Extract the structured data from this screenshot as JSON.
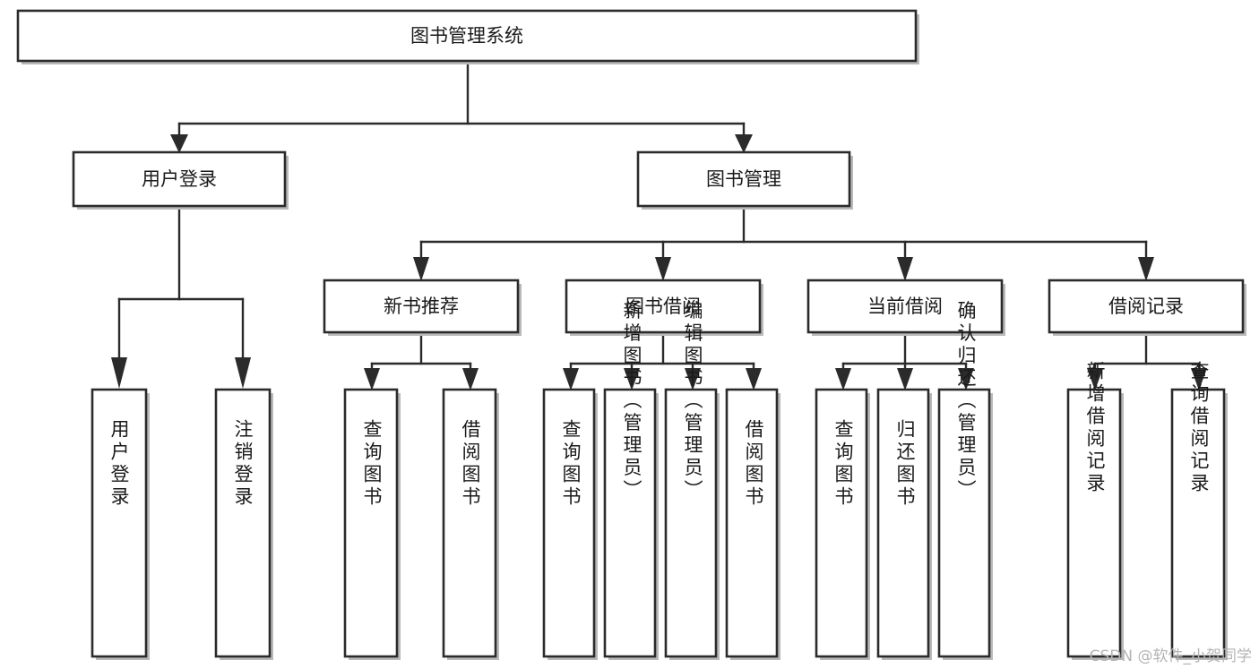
{
  "diagram": {
    "type": "tree-hierarchy-chart",
    "title": "图书管理系统",
    "background_color": "#ffffff",
    "line_color": "#2b2b2b",
    "box_fill": "#ffffff",
    "text_color": "#1a1a1a",
    "levels": {
      "root": {
        "label": "图书管理系统"
      },
      "level1": [
        {
          "id": "user-login",
          "label": "用户登录"
        },
        {
          "id": "book-manage",
          "label": "图书管理"
        }
      ],
      "level2": [
        {
          "id": "new-book-rec",
          "label": "新书推荐",
          "parent": "book-manage"
        },
        {
          "id": "book-borrow",
          "label": "图书借阅",
          "parent": "book-manage"
        },
        {
          "id": "current-borrow",
          "label": "当前借阅",
          "parent": "book-manage"
        },
        {
          "id": "borrow-record",
          "label": "借阅记录",
          "parent": "book-manage"
        }
      ],
      "leaves": [
        {
          "id": "leaf-user-login",
          "label": "用户登录",
          "parent": "user-login"
        },
        {
          "id": "leaf-logout",
          "label": "注销登录",
          "parent": "user-login"
        },
        {
          "id": "leaf-query-book-1",
          "label": "查询图书",
          "parent": "new-book-rec"
        },
        {
          "id": "leaf-borrow-book-1",
          "label": "借阅图书",
          "parent": "new-book-rec"
        },
        {
          "id": "leaf-query-book-2",
          "label": "查询图书",
          "parent": "book-borrow"
        },
        {
          "id": "leaf-add-book",
          "label": "新增图书（管理员）",
          "parent": "book-borrow"
        },
        {
          "id": "leaf-edit-book",
          "label": "编辑图书（管理员）",
          "parent": "book-borrow"
        },
        {
          "id": "leaf-borrow-book-2",
          "label": "借阅图书",
          "parent": "book-borrow"
        },
        {
          "id": "leaf-query-book-3",
          "label": "查询图书",
          "parent": "current-borrow"
        },
        {
          "id": "leaf-return-book",
          "label": "归还图书",
          "parent": "current-borrow"
        },
        {
          "id": "leaf-confirm-return",
          "label": "确认归还（管理员）",
          "parent": "current-borrow"
        },
        {
          "id": "leaf-add-record",
          "label": "新增借阅记录",
          "parent": "borrow-record"
        },
        {
          "id": "leaf-query-record",
          "label": "查询借阅记录",
          "parent": "borrow-record"
        }
      ]
    }
  },
  "watermark": {
    "label": "CSDN @软件_小贺同学"
  }
}
